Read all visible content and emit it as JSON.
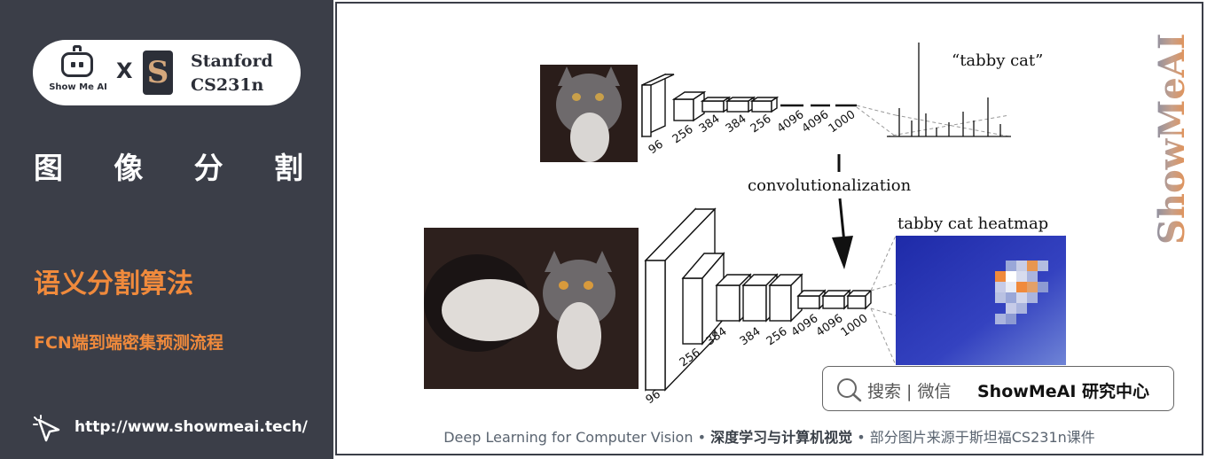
{
  "brand": {
    "showmeai_label": "Show Me AI",
    "x_label": "X",
    "stanford_letter": "S",
    "stanford_line1": "Stanford",
    "stanford_line2": "CS231n"
  },
  "sidebar": {
    "title_chars": [
      "图",
      "像",
      "分",
      "割"
    ],
    "section_title": "语义分割算法",
    "section_subtitle": "FCN端到端密集预测流程",
    "url": "http://www.showmeai.tech/"
  },
  "diagram": {
    "top_label": "“tabby cat”",
    "middle_label": "convolutionalization",
    "heatmap_label": "tabby cat heatmap",
    "top_layer_labels": [
      "96",
      "256",
      "384",
      "384",
      "256",
      "4096",
      "4096",
      "1000"
    ],
    "bottom_layer_labels": [
      "96",
      "256",
      "384",
      "384",
      "256",
      "4096",
      "4096",
      "1000"
    ]
  },
  "watermark": "ShowMeAI",
  "search": {
    "label": "搜索 | 微信",
    "brand": "ShowMeAI 研究中心"
  },
  "footer": {
    "left": "Deep Learning for Computer Vision",
    "sep": "•",
    "middle": "深度学习与计算机视觉",
    "right": "部分图片来源于斯坦福CS231n课件"
  },
  "colors": {
    "sidebar_bg": "#3b3e48",
    "accent_orange": "#f08a3c",
    "heatmap_blue": "#2631b0"
  }
}
